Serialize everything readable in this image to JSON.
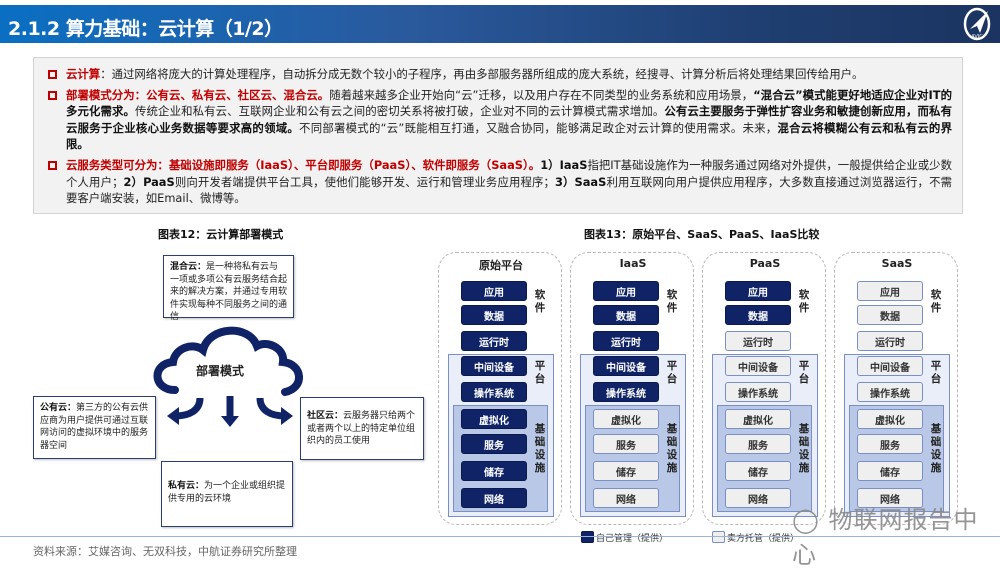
{
  "header": {
    "title": "2.1.2 算力基础：云计算（1/2）",
    "logo_text": "AVIC"
  },
  "intro": [
    {
      "label": "云计算",
      "text": "：通过网络将庞大的计算处理程序，自动拆分成无数个较小的子程序，再由多部服务器所组成的庞大系统，经搜寻、计算分析后将处理结果回传给用户。"
    },
    {
      "label": "部署模式分为：公有云、私有云、社区云、混合云。",
      "t1": "随着越来越多企业开始向“云”迁移，以及用户存在不同类型的业务系统和应用场景，",
      "b1": "“混合云”模式能更好地适应企业对IT的多元化需求。",
      "t2": "传统企业和私有云、互联网企业和公有云之间的密切关系将被打破，企业对不同的云计算模式需求增加。",
      "b2": "公有云主要服务于弹性扩容业务和敏捷创新应用，而私有云服务于企业核心业务数据等要求高的领域。",
      "t3": "不同部署模式的“云”既能相互打通，又融合协同，能够满足政企对云计算的使用需求。未来，",
      "b3": "混合云将模糊公有云和私有云的界限。"
    },
    {
      "label": "云服务类型可分为：基础设施即服务（IaaS）、平台即服务（PaaS）、软件即服务（SaaS）。",
      "b1": "1）IaaS",
      "t1": "指把IT基础设施作为一种服务通过网络对外提供，一般提供给企业或少数个人用户；",
      "b2": "2）PaaS",
      "t2": "则向开发者端提供平台工具，使他们能够开发、运行和管理业务应用程序；",
      "b3": "3）SaaS",
      "t3": "利用互联网向用户提供应用程序，大多数直接通过浏览器运行，不需要客户端安装，如Email、微博等。"
    }
  ],
  "fig12": {
    "title": "图表12：云计算部署模式",
    "center": "部署模式",
    "hybrid": {
      "label": "混合云：",
      "text": "是一种将私有云与一项或多项公有云服务结合起来的解决方案，并通过专用软件实现每种不同服务之间的通信"
    },
    "public": {
      "label": "公有云：",
      "text": "第三方的公有云供应商为用户提供可通过互联网访问的虚拟环境中的服务器空间"
    },
    "community": {
      "label": "社区云：",
      "text": "云服务器只给两个或者两个以上的特定单位组织内的员工使用"
    },
    "private": {
      "label": "私有云：",
      "text": "为一个企业或组织提供专用的云环境"
    }
  },
  "fig13": {
    "title": "图表13：原始平台、SaaS、PaaS、IaaS比较",
    "layers": [
      "应用",
      "数据",
      "运行时",
      "中间设备",
      "操作系统",
      "虚拟化",
      "服务",
      "储存",
      "网络"
    ],
    "group_labels": {
      "software": "软件",
      "platform": "平台",
      "infra": "基础设施"
    },
    "columns": [
      {
        "name": "原始平台",
        "own_layers": 9
      },
      {
        "name": "IaaS",
        "own_layers": 5
      },
      {
        "name": "PaaS",
        "own_layers": 2
      },
      {
        "name": "SaaS",
        "own_layers": 0
      }
    ],
    "legend": {
      "own": "自己管理（提供）",
      "vendor": "卖方托管（提供）"
    },
    "colors": {
      "own": "#0f2366",
      "vendor": "#efefef"
    }
  },
  "watermark": "物联网报告中心",
  "source": "资料来源：艾媒咨询、无双科技，中航证券研究所整理"
}
